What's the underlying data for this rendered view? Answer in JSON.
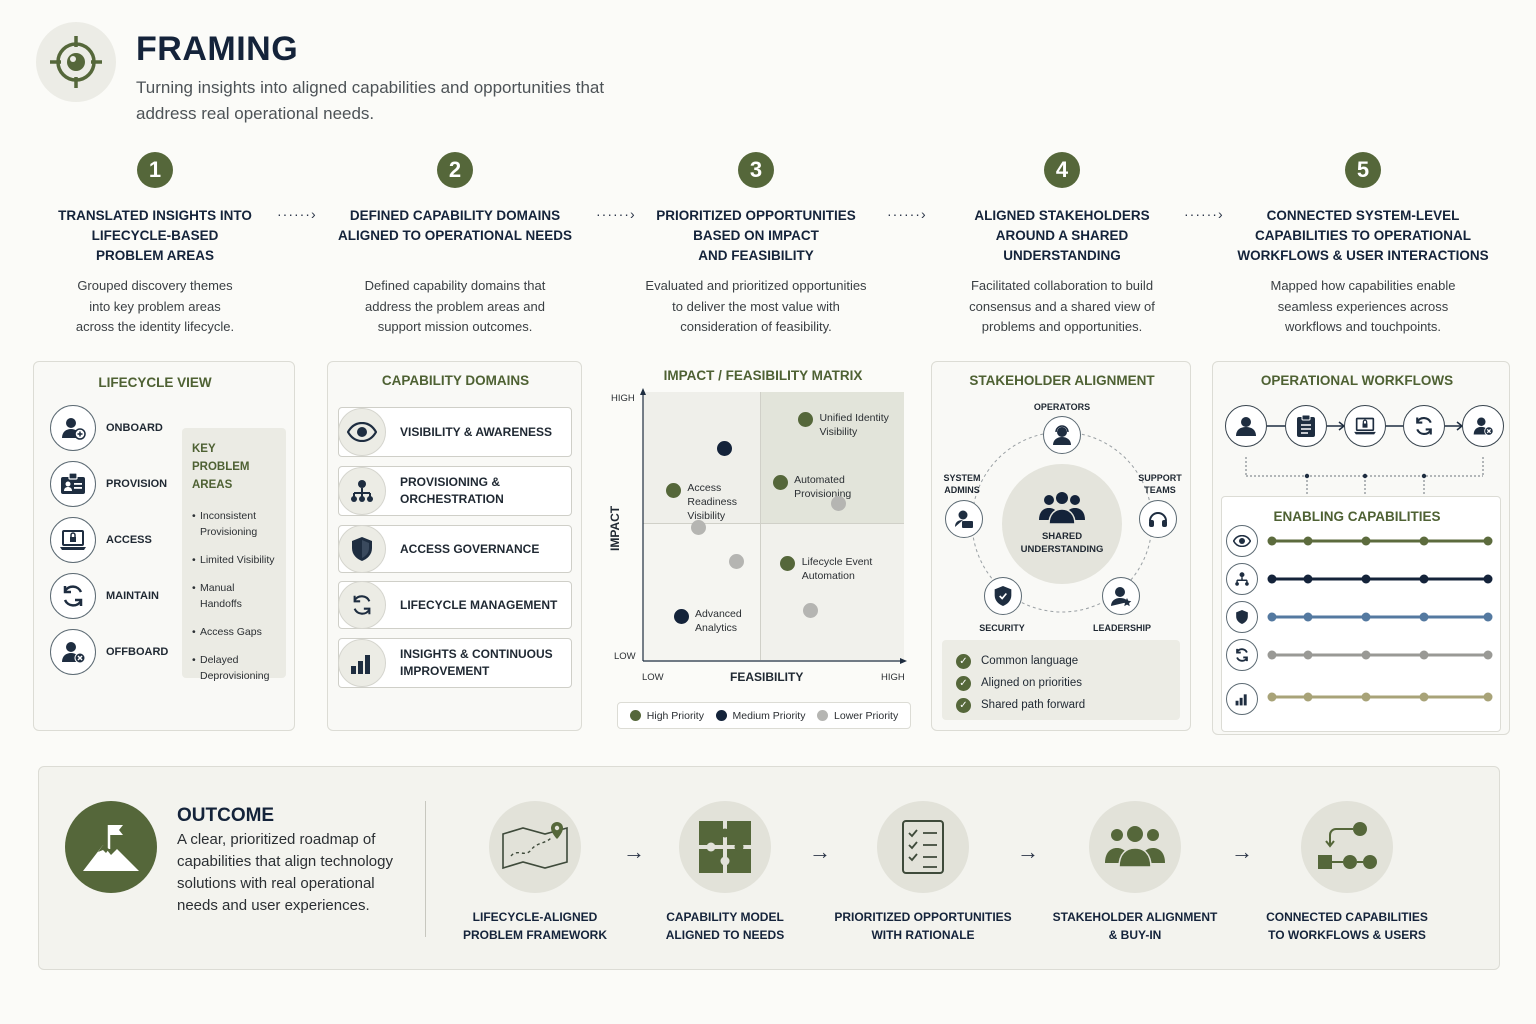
{
  "header": {
    "title": "FRAMING",
    "subtitle": "Turning insights into aligned capabilities and opportunities that address real operational needs.",
    "icon": "target-icon"
  },
  "colors": {
    "primary_green": "#55673a",
    "navy": "#14233a",
    "gray": "#b5b5b2",
    "blue": "#5479a0",
    "tan": "#a8a378"
  },
  "steps": [
    {
      "number": "1",
      "title": "TRANSLATED INSIGHTS INTO\nLIFECYCLE-BASED\nPROBLEM AREAS",
      "description": "Grouped discovery themes\ninto key problem areas\nacross the identity lifecycle."
    },
    {
      "number": "2",
      "title": "DEFINED CAPABILITY DOMAINS\nALIGNED TO OPERATIONAL NEEDS",
      "description": "Defined capability domains that\naddress the problem areas and\nsupport mission outcomes."
    },
    {
      "number": "3",
      "title": "PRIORITIZED OPPORTUNITIES\nBASED ON IMPACT\nAND FEASIBILITY",
      "description": "Evaluated and prioritized opportunities\nto deliver the most value with\nconsideration of feasibility."
    },
    {
      "number": "4",
      "title": "ALIGNED STAKEHOLDERS\nAROUND A SHARED\nUNDERSTANDING",
      "description": "Facilitated collaboration to build\nconsensus and a shared view of\nproblems and opportunities."
    },
    {
      "number": "5",
      "title": "CONNECTED SYSTEM-LEVEL\nCAPABILITIES TO OPERATIONAL\nWORKFLOWS & USER INTERACTIONS",
      "description": "Mapped how capabilities enable\nseamless experiences across\nworkflows and touchpoints."
    }
  ],
  "lifecycle": {
    "title": "LIFECYCLE VIEW",
    "items": [
      {
        "label": "ONBOARD",
        "icon": "user-add-icon"
      },
      {
        "label": "PROVISION",
        "icon": "id-badge-icon"
      },
      {
        "label": "ACCESS",
        "icon": "laptop-lock-icon"
      },
      {
        "label": "MAINTAIN",
        "icon": "refresh-icon"
      },
      {
        "label": "OFFBOARD",
        "icon": "user-remove-icon"
      }
    ],
    "problem_areas": {
      "title": "KEY PROBLEM AREAS",
      "items": [
        "Inconsistent Provisioning",
        "Limited Visibility",
        "Manual Handoffs",
        "Access Gaps",
        "Delayed Deprovisioning"
      ]
    }
  },
  "capability_domains": {
    "title": "CAPABILITY DOMAINS",
    "items": [
      {
        "label": "VISIBILITY & AWARENESS",
        "icon": "eye-icon"
      },
      {
        "label": "PROVISIONING &\nORCHESTRATION",
        "icon": "hierarchy-icon"
      },
      {
        "label": "ACCESS GOVERNANCE",
        "icon": "shield-icon"
      },
      {
        "label": "LIFECYCLE MANAGEMENT",
        "icon": "refresh-icon"
      },
      {
        "label": "INSIGHTS & CONTINUOUS\nIMPROVEMENT",
        "icon": "bar-chart-icon"
      }
    ]
  },
  "chart_data": {
    "type": "scatter",
    "title": "IMPACT / FEASIBILITY MATRIX",
    "xlabel": "FEASIBILITY",
    "ylabel": "IMPACT",
    "x_ticks": [
      "LOW",
      "HIGH"
    ],
    "y_ticks": [
      "HIGH",
      "LOW"
    ],
    "xlim": [
      0,
      10
    ],
    "ylim": [
      0,
      10
    ],
    "series": [
      {
        "name": "High Priority",
        "color": "#55673a",
        "points": [
          {
            "x": 6.2,
            "y": 9.1,
            "label": "Unified Identity Visibility"
          },
          {
            "x": 1.0,
            "y": 6.4,
            "label": "Access Readiness Visibility"
          },
          {
            "x": 5.2,
            "y": 6.7,
            "label": "Automated Provisioning"
          },
          {
            "x": 5.5,
            "y": 3.6,
            "label": "Lifecycle Event Automation"
          }
        ]
      },
      {
        "name": "Medium Priority",
        "color": "#14233a",
        "points": [
          {
            "x": 3.0,
            "y": 8.0,
            "label": ""
          },
          {
            "x": 1.3,
            "y": 1.6,
            "label": "Advanced Analytics"
          }
        ]
      },
      {
        "name": "Lower Priority",
        "color": "#b5b5b2",
        "points": [
          {
            "x": 2.0,
            "y": 5.0,
            "label": ""
          },
          {
            "x": 3.5,
            "y": 3.7,
            "label": ""
          },
          {
            "x": 7.5,
            "y": 5.9,
            "label": ""
          },
          {
            "x": 6.4,
            "y": 1.8,
            "label": ""
          }
        ]
      }
    ]
  },
  "stakeholders": {
    "title": "STAKEHOLDER ALIGNMENT",
    "center": "SHARED\nUNDERSTANDING",
    "nodes": [
      {
        "label": "OPERATORS",
        "icon": "operator-icon"
      },
      {
        "label": "SUPPORT\nTEAMS",
        "icon": "headset-icon"
      },
      {
        "label": "LEADERSHIP",
        "icon": "leader-icon"
      },
      {
        "label": "SECURITY",
        "icon": "shield-icon"
      },
      {
        "label": "SYSTEM\nADMINS",
        "icon": "admin-icon"
      }
    ],
    "checks": [
      "Common language",
      "Aligned on priorities",
      "Shared path forward"
    ]
  },
  "workflows": {
    "title": "OPERATIONAL WORKFLOWS",
    "nodes": [
      "user-icon",
      "clipboard-icon",
      "laptop-lock-icon",
      "refresh-icon",
      "user-remove-icon"
    ],
    "enabling": {
      "title": "ENABLING CAPABILITIES",
      "rows": [
        {
          "icon": "eye-icon",
          "color": "#5c6b3d"
        },
        {
          "icon": "hierarchy-icon",
          "color": "#14233a"
        },
        {
          "icon": "shield-icon",
          "color": "#5479a0"
        },
        {
          "icon": "refresh-icon",
          "color": "#999995"
        },
        {
          "icon": "bar-chart-icon",
          "color": "#a8a378"
        }
      ]
    }
  },
  "outcome": {
    "title": "OUTCOME",
    "description": "A clear, prioritized roadmap of capabilities that align technology solutions with real operational needs and user experiences.",
    "items": [
      {
        "label": "LIFECYCLE-ALIGNED\nPROBLEM FRAMEWORK",
        "icon": "map-icon"
      },
      {
        "label": "CAPABILITY MODEL\nALIGNED TO NEEDS",
        "icon": "puzzle-icon"
      },
      {
        "label": "PRIORITIZED OPPORTUNITIES\nWITH RATIONALE",
        "icon": "checklist-icon"
      },
      {
        "label": "STAKEHOLDER ALIGNMENT\n& BUY-IN",
        "icon": "group-icon"
      },
      {
        "label": "CONNECTED CAPABILITIES\nTO WORKFLOWS & USERS",
        "icon": "workflow-icon"
      }
    ]
  }
}
